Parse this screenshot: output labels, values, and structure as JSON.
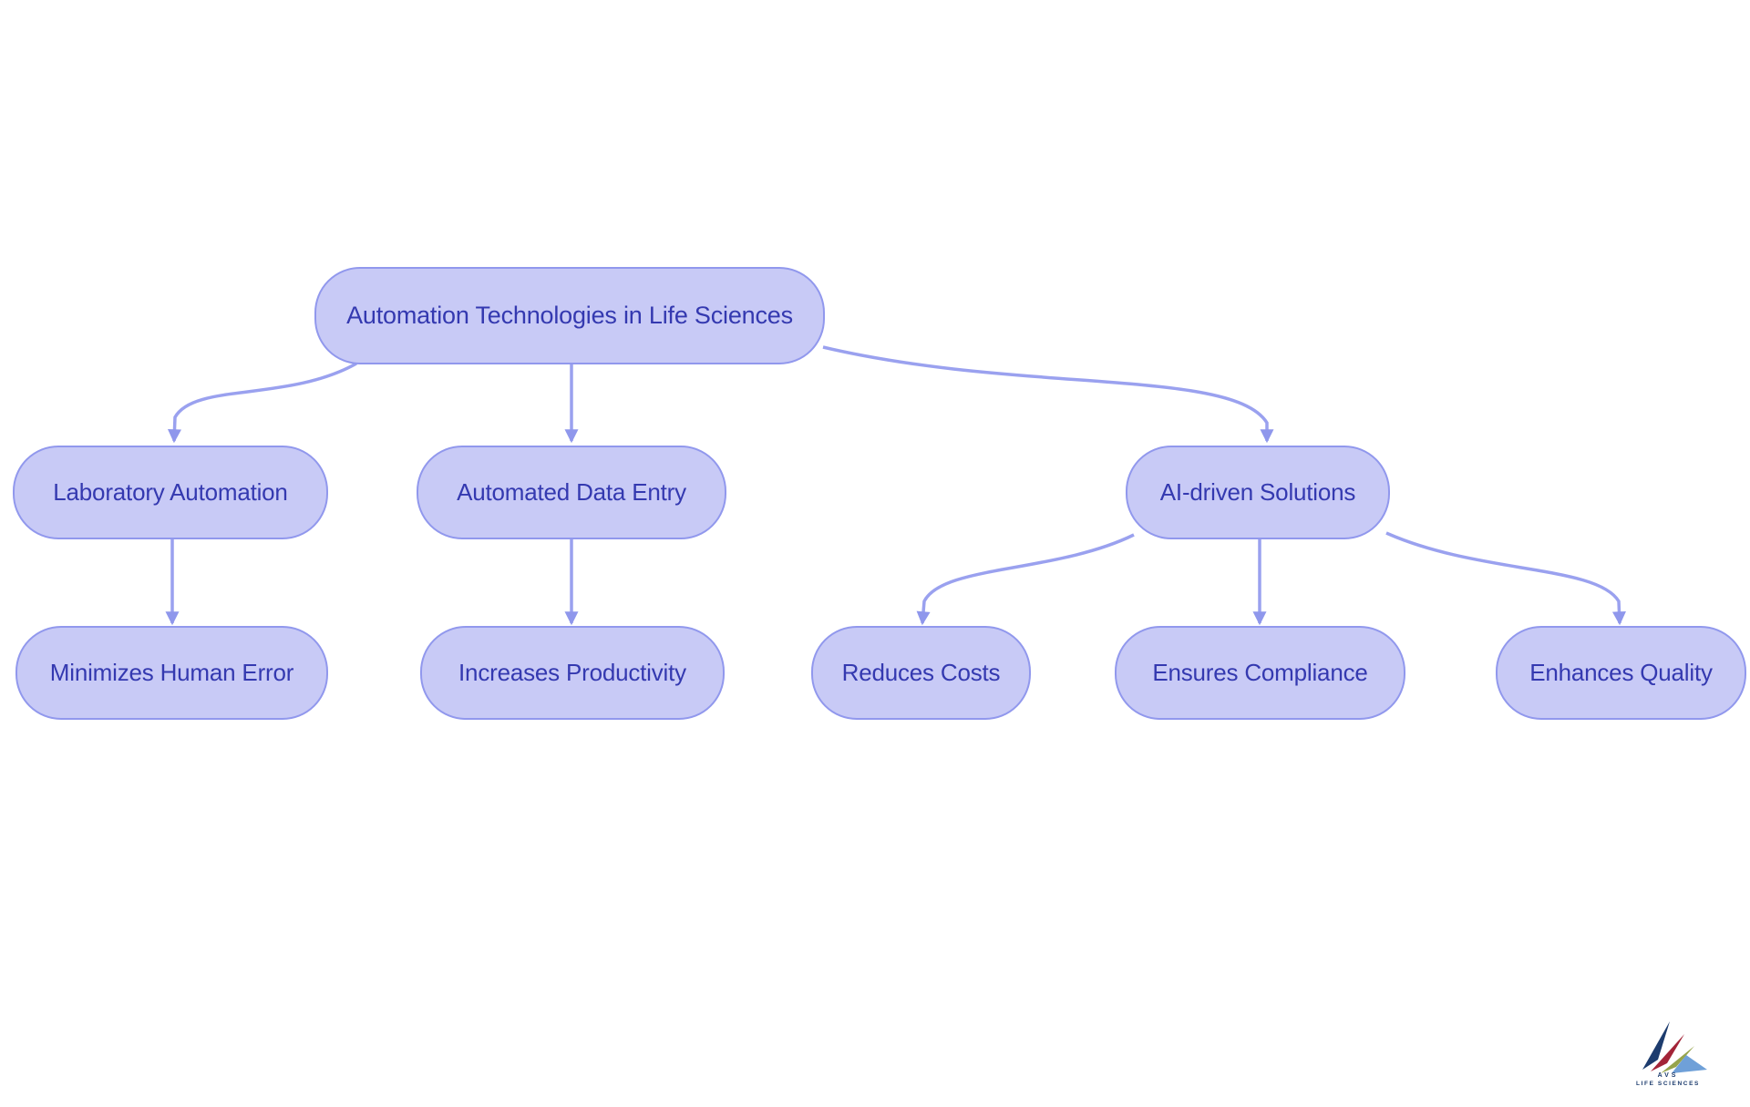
{
  "diagram": {
    "type": "flowchart",
    "direction": "top-down",
    "nodes": {
      "root": "Automation Technologies in Life Sciences",
      "laboratory_automation": "Laboratory Automation",
      "automated_data_entry": "Automated Data Entry",
      "ai_driven_solutions": "AI-driven Solutions",
      "minimizes_human_error": "Minimizes Human Error",
      "increases_productivity": "Increases Productivity",
      "reduces_costs": "Reduces Costs",
      "ensures_compliance": "Ensures Compliance",
      "enhances_quality": "Enhances Quality"
    },
    "edges": [
      {
        "from": "root",
        "to": "laboratory_automation"
      },
      {
        "from": "root",
        "to": "automated_data_entry"
      },
      {
        "from": "root",
        "to": "ai_driven_solutions"
      },
      {
        "from": "laboratory_automation",
        "to": "minimizes_human_error"
      },
      {
        "from": "automated_data_entry",
        "to": "increases_productivity"
      },
      {
        "from": "ai_driven_solutions",
        "to": "reduces_costs"
      },
      {
        "from": "ai_driven_solutions",
        "to": "ensures_compliance"
      },
      {
        "from": "ai_driven_solutions",
        "to": "enhances_quality"
      }
    ],
    "colors": {
      "node_fill": "#c8caf6",
      "node_border": "#9198ed",
      "node_text": "#3439b0",
      "edge_stroke": "#9aa1ef",
      "arrowhead_fill": "#8f97ec",
      "background": "#ffffff"
    }
  },
  "logo": {
    "line1": "AVS",
    "line2": "LIFE SCIENCES",
    "colors": {
      "navy": "#1d3c6e",
      "crimson": "#a32438",
      "olive": "#96a44c",
      "light_blue": "#6fa0d8",
      "text": "#1d3c6e"
    }
  }
}
